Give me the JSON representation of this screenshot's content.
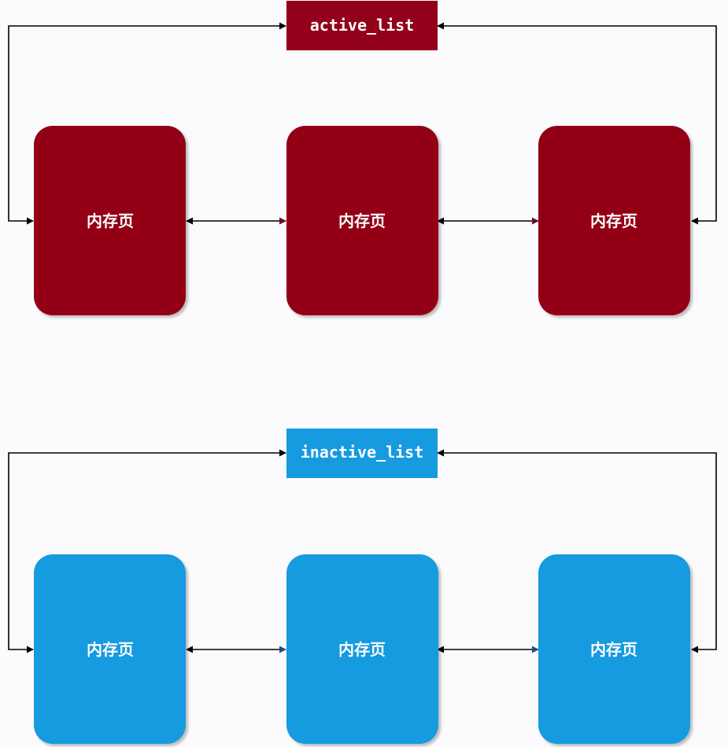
{
  "diagram": {
    "active": {
      "head_label": "active_list",
      "fill_color": "#930019",
      "link_accent_color": "#6b1020",
      "pages": [
        {
          "label": "内存页"
        },
        {
          "label": "内存页"
        },
        {
          "label": "内存页"
        }
      ]
    },
    "inactive": {
      "head_label": "inactive_list",
      "fill_color": "#169ae0",
      "link_accent_color": "#1c4f8c",
      "pages": [
        {
          "label": "内存页"
        },
        {
          "label": "内存页"
        },
        {
          "label": "内存页"
        }
      ]
    },
    "line_color": "#000000"
  }
}
